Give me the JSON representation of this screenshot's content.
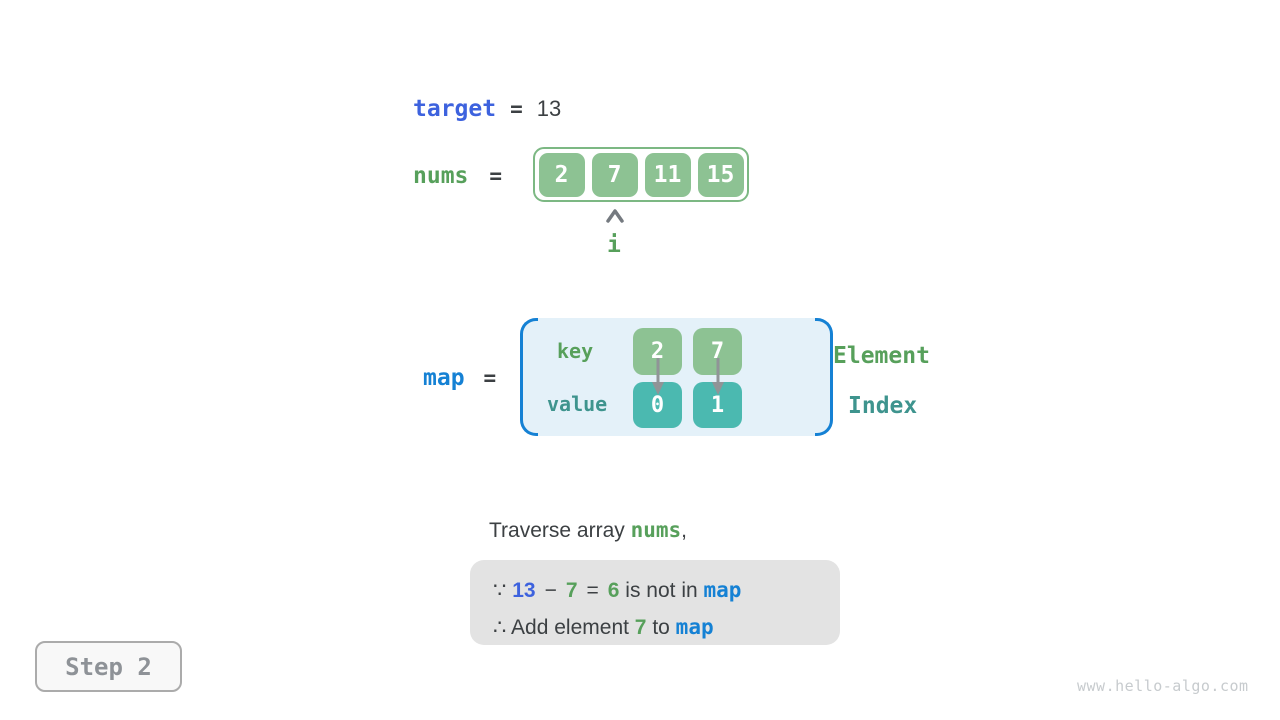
{
  "colors": {
    "royal_blue": "#3d62de",
    "azure_blue": "#1581d4",
    "green": "#57a05b",
    "teal": "#3e948e",
    "box_green": "#8dc293",
    "box_teal": "#4bb9b0",
    "map_panel_bg": "#e4f1f9",
    "note_bg": "#e3e3e3",
    "dark_text": "#3c4043",
    "arrow_gray": "#909497"
  },
  "target_row": {
    "name": "target",
    "equals": "=",
    "value": "13"
  },
  "nums_row": {
    "name": "nums",
    "equals": "=",
    "values": [
      "2",
      "7",
      "11",
      "15"
    ],
    "pointer_label": "i"
  },
  "map_row": {
    "name": "map",
    "equals": "=",
    "key_label": "key",
    "value_label": "value",
    "keys": [
      "2",
      "7"
    ],
    "values": [
      "0",
      "1"
    ],
    "element_label": "Element",
    "index_label": "Index"
  },
  "caption": {
    "prefix": "Traverse array ",
    "code": "nums",
    "suffix": ","
  },
  "note": {
    "line1": {
      "because": "∵ ",
      "target": "13",
      "minus": "−",
      "element": "7",
      "equals": "=",
      "diff": "6",
      "text": " is not in ",
      "map": "map"
    },
    "line2": {
      "therefore": "∴ ",
      "text_before": "Add element ",
      "element": "7",
      "text_mid": " to ",
      "map": "map"
    }
  },
  "step_badge": {
    "label": "Step 2"
  },
  "watermark": "www.hello-algo.com"
}
